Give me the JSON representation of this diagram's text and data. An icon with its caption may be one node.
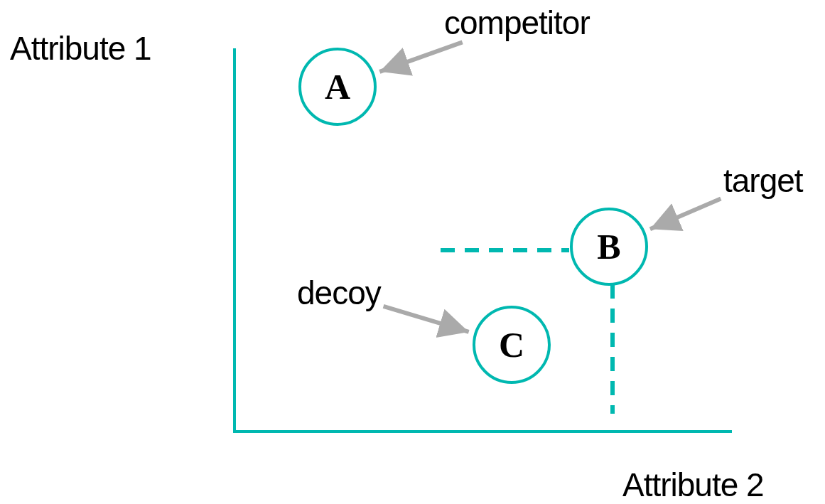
{
  "diagram": {
    "nodes": [
      {
        "text": [
          "competitor"
        ]
      },
      {
        "text": [
          "A"
        ]
      },
      {
        "text": [
          "target"
        ]
      },
      {
        "text": [
          "B"
        ]
      },
      {
        "text": [
          "decoy"
        ]
      },
      {
        "text": [
          "C"
        ]
      }
    ],
    "edges": [
      {
        "from": 0,
        "to": 1,
        "arrow": "to"
      },
      {
        "from": 2,
        "to": 3,
        "arrow": "to"
      },
      {
        "from": 4,
        "to": 5,
        "arrow": "to"
      }
    ],
    "labels": [
      "Attribute 1",
      "Attribute 2"
    ]
  }
}
